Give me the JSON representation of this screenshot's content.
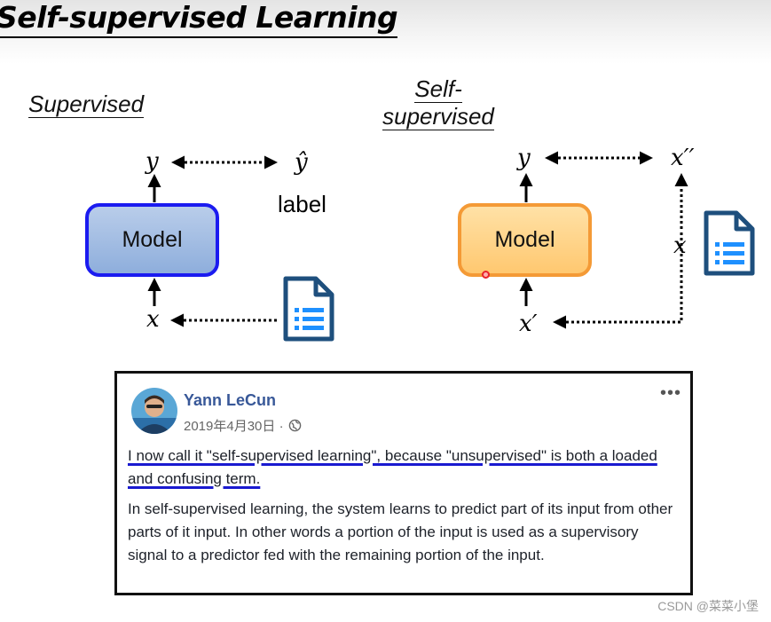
{
  "slide": {
    "title": "Self-supervised Learning"
  },
  "supervised": {
    "heading": "Supervised",
    "output_var": "y",
    "target_var": "ŷ",
    "target_label": "label",
    "model_label": "Model",
    "input_var": "x"
  },
  "self_supervised": {
    "heading_line1": "Self-",
    "heading_line2": "supervised",
    "output_var": "y",
    "target_var": "x′′",
    "side_var": "x",
    "model_label": "Model",
    "input_var": "x′"
  },
  "colors": {
    "supervised_border": "#1b1bf0",
    "supervised_fill": "#9fbbe3",
    "self_border": "#f49a36",
    "self_fill": "#ffd285",
    "doc_icon": "#1e4f7d",
    "underline": "#1a1ad0"
  },
  "icons": [
    "document-icon",
    "globe-icon",
    "more-icon",
    "laser-pointer-icon"
  ],
  "post": {
    "author": "Yann LeCun",
    "date": "2019年4月30日 ·",
    "more": "•••",
    "quote": "I now call it \"self-supervised learning\", because \"unsupervised\" is both a loaded and confusing term.",
    "body": "In self-supervised learning, the system learns to predict part of its input from other parts of it input. In other words a portion of the input is used as a supervisory signal to a predictor fed with the remaining portion of the input."
  },
  "watermark": "CSDN @菜菜小堡"
}
